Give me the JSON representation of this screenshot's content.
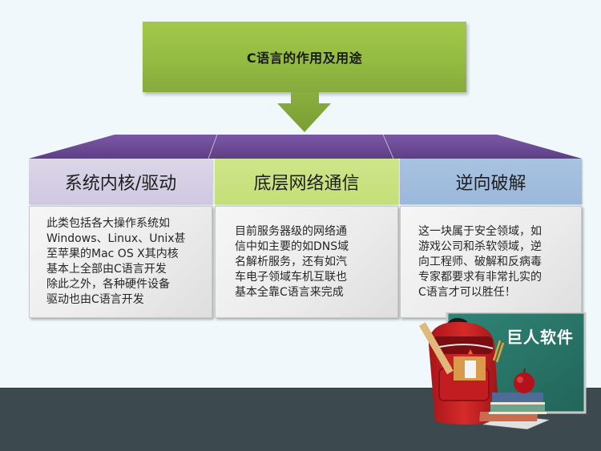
{
  "slide": {
    "title": "C语言的作用及用途",
    "columns": [
      {
        "header": "系统内核/驱动",
        "header_color": "#d5cfe4",
        "body": "此类包括各大操作系统如\nWindows、Linux、Unix甚\n至苹果的Mac OS X其内核\n基本上全部由C语言开发\n除此之外，各种硬件设备\n驱动也由C语言开发"
      },
      {
        "header": "底层网络通信",
        "header_color": "#c8e17e",
        "body": "目前服务器级的网络通\n信中如主要的如DNS域\n名解析服务，还有如汽\n车电子领域车机互联也\n基本全靠C语言来完成"
      },
      {
        "header": "逆向破解",
        "header_color": "#a0bcdd",
        "body": "这一块属于安全领域，如\n游戏公司和杀软领域，逆\n向工程师、破解和反病毒\n专家都要求有非常扎实的\nC语言才可以胜任！"
      }
    ],
    "logo": {
      "text": "巨人软件",
      "icon": "school-backpack-books-chalkboard-icon"
    },
    "colors": {
      "background": "#f0f8fb",
      "title_green": "#96bc43",
      "banner_purple": "#6a4a93",
      "footer_band": "#3c4a4f",
      "chalkboard": "#2e7a6c"
    }
  }
}
